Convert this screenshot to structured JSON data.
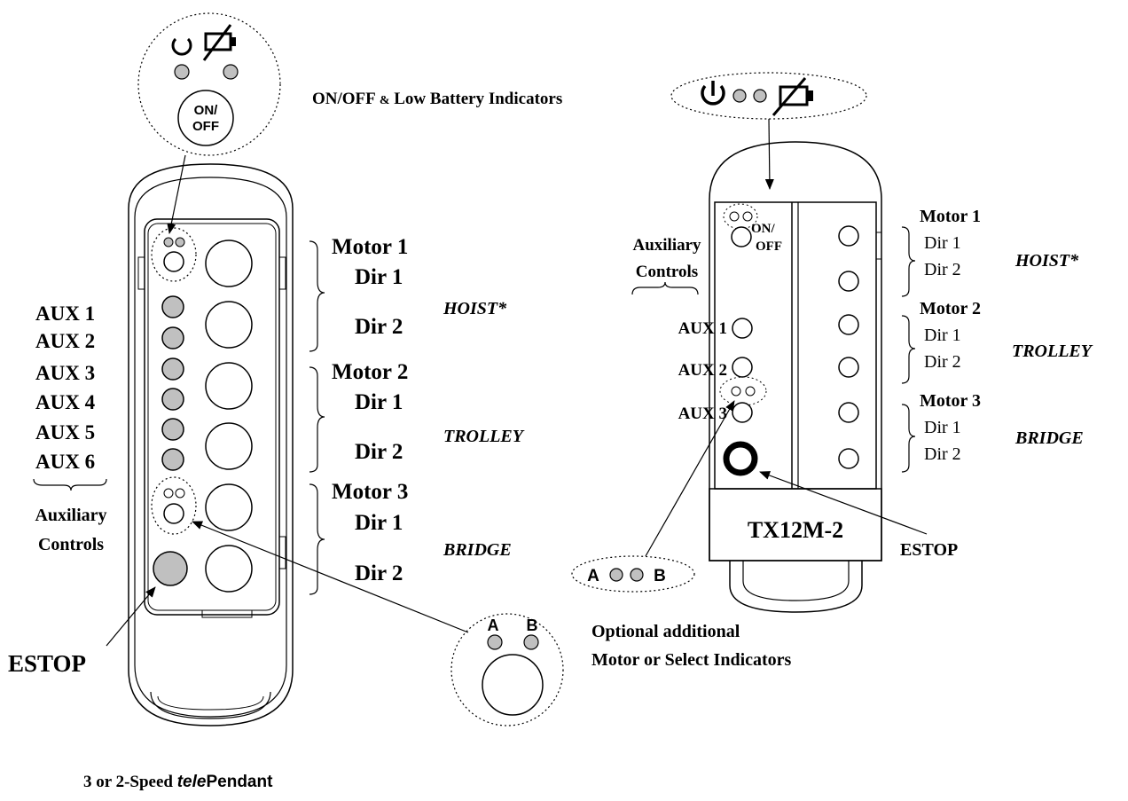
{
  "left_pendant": {
    "zoom_callout": {
      "on_off_label_line1": "ON/",
      "on_off_label_line2": "OFF",
      "power_icon": "power-icon",
      "battery_icon": "low-battery-icon"
    },
    "aux_labels": [
      "AUX 1",
      "AUX 2",
      "AUX 3",
      "AUX 4",
      "AUX 5",
      "AUX 6"
    ],
    "aux_group_label_line1": "Auxiliary",
    "aux_group_label_line2": "Controls",
    "motors": [
      {
        "motor": "Motor 1",
        "dir1": "Dir 1",
        "dir2": "Dir 2",
        "function": "HOIST*"
      },
      {
        "motor": "Motor 2",
        "dir1": "Dir 1",
        "dir2": "Dir 2",
        "function": "TROLLEY"
      },
      {
        "motor": "Motor 3",
        "dir1": "Dir 1",
        "dir2": "Dir 2",
        "function": "BRIDGE"
      }
    ],
    "estop_label": "ESTOP",
    "ab_callout": {
      "a": "A",
      "b": "B"
    },
    "optional_line1": "Optional additional",
    "optional_line2": "Motor or Select Indicators"
  },
  "right_transmitter": {
    "indicator_title_main": "ON/OFF",
    "indicator_title_amp": "&",
    "indicator_title_rest": "Low Battery Indicators",
    "on_off_line1": "ON/",
    "on_off_line2": "OFF",
    "aux_group_label_line1": "Auxiliary",
    "aux_group_label_line2": "Controls",
    "aux_labels": [
      "AUX 1",
      "AUX 2",
      "AUX 3"
    ],
    "motors": [
      {
        "motor": "Motor 1",
        "dir1": "Dir 1",
        "dir2": "Dir 2",
        "function": "HOIST*"
      },
      {
        "motor": "Motor 2",
        "dir1": "Dir 1",
        "dir2": "Dir 2",
        "function": "TROLLEY"
      },
      {
        "motor": "Motor 3",
        "dir1": "Dir 1",
        "dir2": "Dir 2",
        "function": "BRIDGE"
      }
    ],
    "model": "TX12M-2",
    "estop_label": "ESTOP",
    "ab_a": "A",
    "ab_b": "B"
  },
  "caption": {
    "prefix": "3 or 2-Speed ",
    "italic": "tele",
    "suffix": "Pendant"
  }
}
